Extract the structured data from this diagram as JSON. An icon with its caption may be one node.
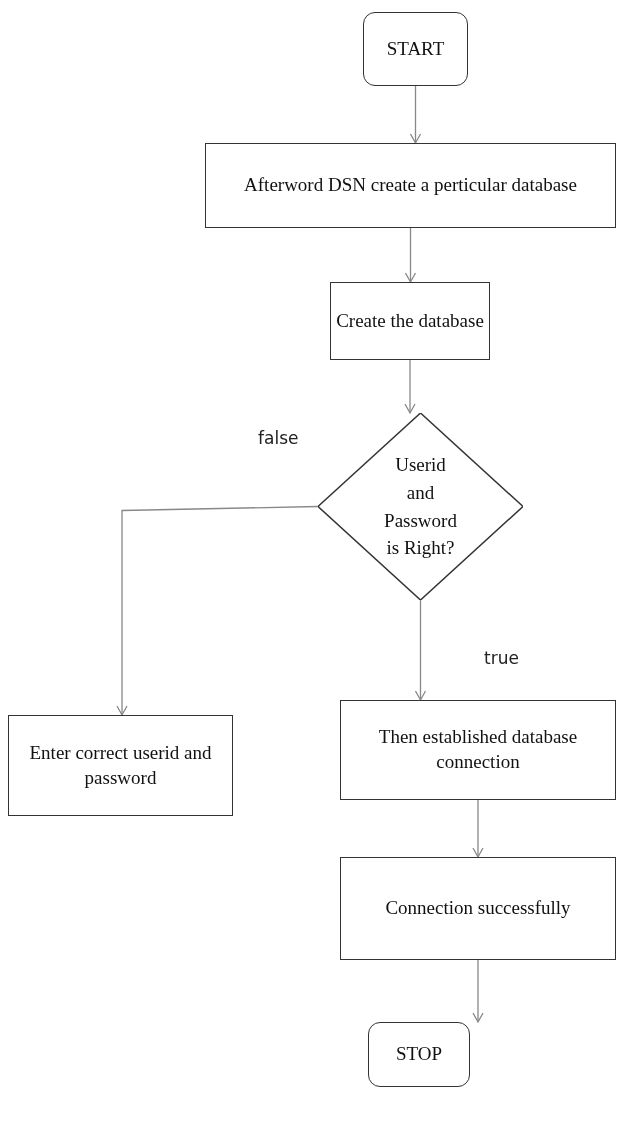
{
  "diagram": {
    "nodes": [
      {
        "text": [
          "START"
        ]
      },
      {
        "text": [
          "Afterword DSN create a perticular database"
        ]
      },
      {
        "text": [
          "Create the database"
        ]
      },
      {
        "text": [
          "Userid and Password is Right?"
        ]
      },
      {
        "text": [
          "Enter correct userid and password"
        ]
      },
      {
        "text": [
          "Then established database connection"
        ]
      },
      {
        "text": [
          "Connection successfully"
        ]
      },
      {
        "text": [
          "STOP"
        ]
      }
    ],
    "edges": [
      {
        "from": 0,
        "to": 1,
        "arrow": "to"
      },
      {
        "from": 1,
        "to": 2,
        "arrow": "to"
      },
      {
        "from": 2,
        "to": 3,
        "arrow": "to"
      },
      {
        "from": 3,
        "to": 4,
        "arrow": "to",
        "label": "false"
      },
      {
        "from": 3,
        "to": 5,
        "arrow": "to",
        "label": "true"
      },
      {
        "from": 5,
        "to": 6,
        "arrow": "to"
      },
      {
        "from": 6,
        "to": 7,
        "arrow": "to"
      }
    ]
  }
}
